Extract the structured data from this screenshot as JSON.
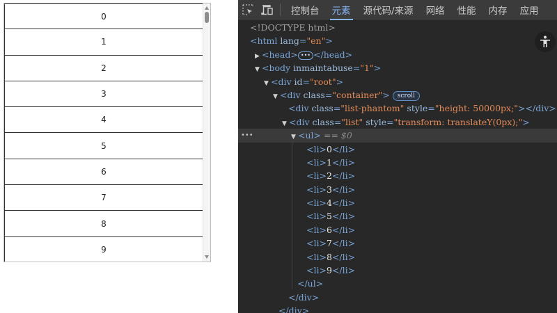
{
  "list": {
    "items": [
      "0",
      "1",
      "2",
      "3",
      "4",
      "5",
      "6",
      "7",
      "8",
      "9"
    ]
  },
  "devtools": {
    "toolbar": {
      "inspect_icon": "inspect-element-icon",
      "device_icon": "device-toolbar-icon",
      "tabs": [
        {
          "label": "控制台",
          "active": false
        },
        {
          "label": "元素",
          "active": true
        },
        {
          "label": "源代码/来源",
          "active": false
        },
        {
          "label": "网络",
          "active": false
        },
        {
          "label": "性能",
          "active": false
        },
        {
          "label": "内存",
          "active": false
        },
        {
          "label": "应用",
          "active": false
        }
      ]
    },
    "accessibility_icon": "accessibility-icon",
    "tree": {
      "doctype": "<!DOCTYPE html>",
      "html_open": "<html",
      "html_attr": "lang",
      "html_attr_val": "\"en\"",
      "head_open": "<head>",
      "head_ellipsis": "•••",
      "head_close": "</head>",
      "body_open": "<body",
      "body_attr": "inmaintabuse",
      "body_attr_val": "\"1\"",
      "root_open": "<div",
      "root_attr": "id",
      "root_attr_val": "\"root\"",
      "container_open": "<div",
      "container_attr": "class",
      "container_attr_val": "\"container\"",
      "scroll_badge": "scroll",
      "phantom_open": "<div",
      "phantom_attr1": "class",
      "phantom_attr1_val": "\"list-phantom\"",
      "phantom_attr2": "style",
      "phantom_attr2_val": "\"height: 50000px;\"",
      "phantom_close": "></div>",
      "list_open": "<div",
      "list_attr1": "class",
      "list_attr1_val": "\"list\"",
      "list_attr2": "style",
      "list_attr2_val": "\"transform: translateY(0px);\"",
      "ul_open": "<ul>",
      "ul_eq": "== $0",
      "li_items": [
        "0",
        "1",
        "2",
        "3",
        "4",
        "5",
        "6",
        "7",
        "8",
        "9"
      ],
      "li_open": "<li>",
      "li_close": "</li>",
      "ul_close": "</ul>",
      "div_close": "</div>",
      "div_close2": "</div>"
    }
  }
}
